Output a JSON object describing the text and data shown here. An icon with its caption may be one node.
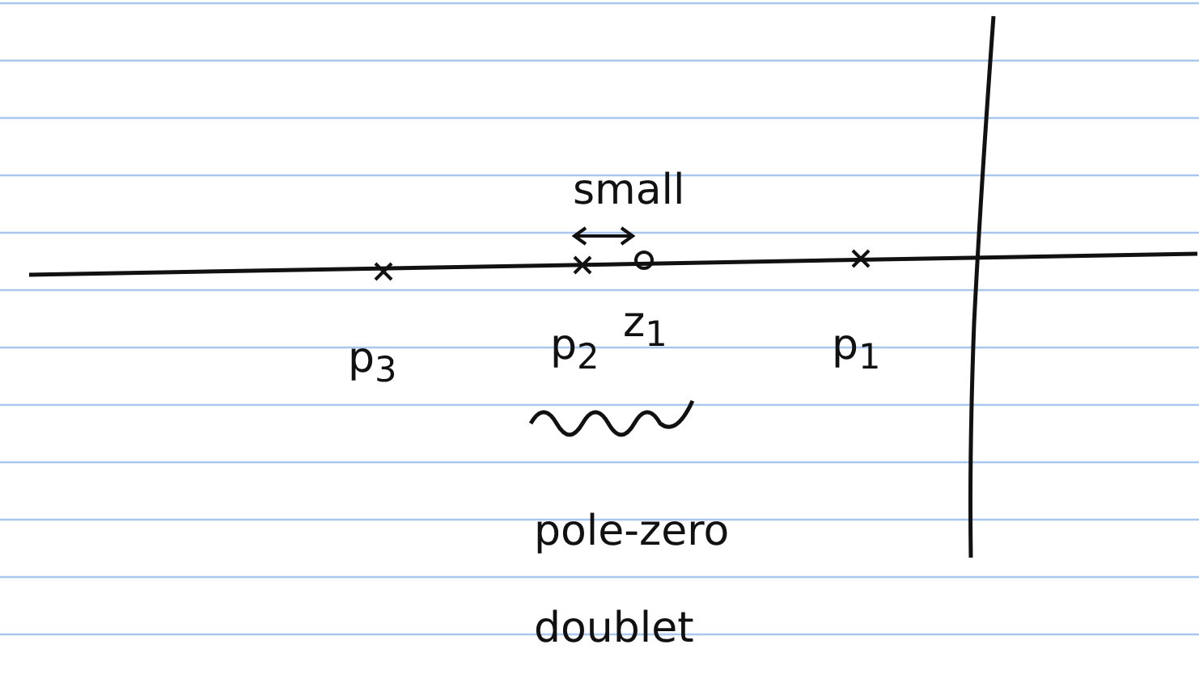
{
  "diagram": {
    "labels": [
      "small",
      "p$_{3}$",
      "p$_{2}$",
      "z$_{1}$",
      "p$_{1}$",
      "pole-zero doublet"
    ]
  }
}
